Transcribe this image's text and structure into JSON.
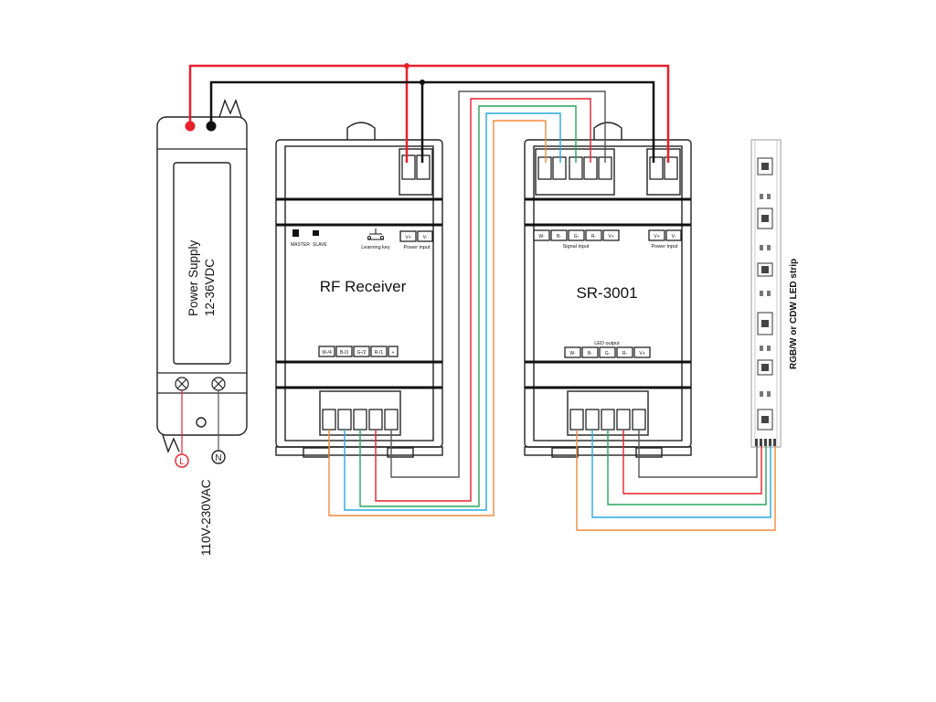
{
  "power_supply": {
    "title": "Power Supply",
    "rating": "12-36VDC",
    "input_label": "110V-230VAC",
    "terminal_l": "L",
    "terminal_n": "N"
  },
  "rf_receiver": {
    "title": "RF Receiver",
    "master": "MASTER",
    "slave": "SLAVE",
    "learning_key": "Learning key",
    "power_input": "Power input",
    "vplus": "V+",
    "vminus": "V-",
    "outputs": [
      "W-/4",
      "B-/3",
      "G-/2",
      "R-/1",
      "+"
    ]
  },
  "sr3001": {
    "title": "SR-3001",
    "signal_input": "Signal input",
    "signal_terms": [
      "W-",
      "B-",
      "G-",
      "R-",
      "V+"
    ],
    "power_input": "Power input",
    "vplus": "V+",
    "vminus": "V-",
    "led_output": "LED output",
    "led_terms": [
      "W-",
      "B-",
      "G-",
      "R-",
      "V+"
    ]
  },
  "led_strip": {
    "label": "RGB/W or CDW LED strip"
  },
  "wire_colors": {
    "power_positive": "#e8202a",
    "power_negative": "#111111",
    "white": "#555555",
    "blue": "#29a8e0",
    "green": "#26a65b",
    "red": "#e8202a",
    "orange": "#f08a3c"
  }
}
